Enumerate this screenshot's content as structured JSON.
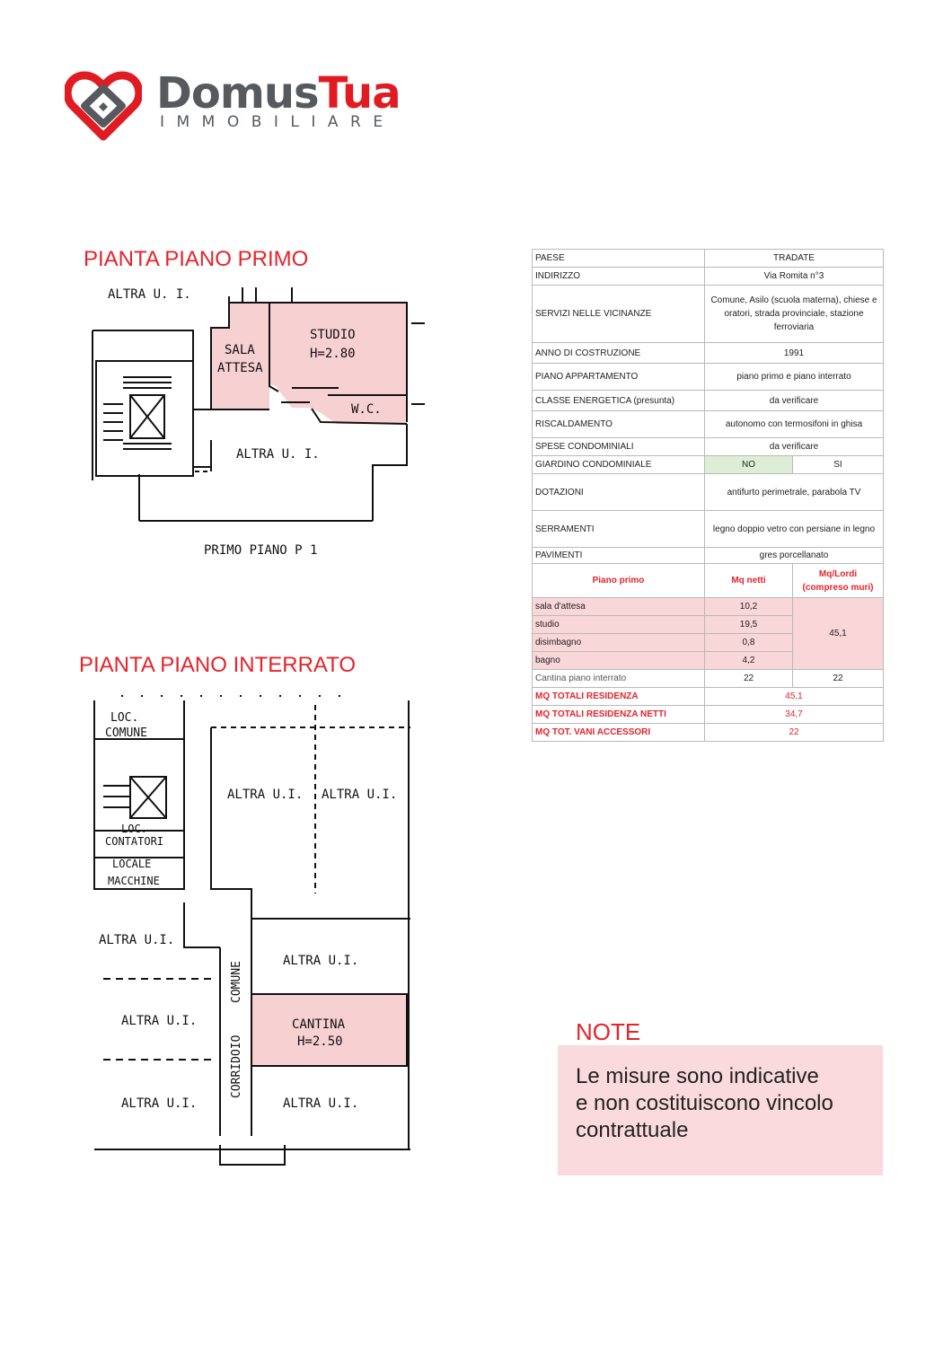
{
  "brand": {
    "name_part1": "Domus",
    "name_part2": "Tua",
    "subtitle": "IMMOBILIARE",
    "colors": {
      "red": "#e11b22",
      "grey": "#565a5e"
    }
  },
  "plans": {
    "first_floor_title": "PIANTA PIANO PRIMO",
    "basement_title": "PIANTA PIANO INTERRATO",
    "first_floor_labels": {
      "altra_ui_top": "ALTRA U. I.",
      "sala": "SALA",
      "attesa": "ATTESA",
      "studio": "STUDIO",
      "studio_h": "H=2.80",
      "wc": "W.C.",
      "altra_ui_mid": "ALTRA U. I.",
      "caption": "PRIMO PIANO P 1"
    },
    "basement_labels": {
      "loc": "LOC.",
      "comune": "COMUNE",
      "loc_contatori_1": "LOC.",
      "loc_contatori_2": "CONTATORI",
      "locale": "LOCALE",
      "macchine": "MACCHINE",
      "altra_ui_a": "ALTRA U.I.",
      "altra_ui_b": "ALTRA U.I.",
      "altra_ui_left_top": "ALTRA U.I.",
      "altra_ui_right_mid": "ALTRA U.I.",
      "altra_ui_left_mid": "ALTRA U.I.",
      "cantina": "CANTINA",
      "cantina_h": "H=2.50",
      "altra_ui_left_bot": "ALTRA U.I.",
      "altra_ui_right_bot": "ALTRA U.I.",
      "corridoio": "CORRIDOIO",
      "comune_v": "COMUNE"
    }
  },
  "info": [
    {
      "label": "PAESE",
      "value": "TRADATE"
    },
    {
      "label": "INDIRIZZO",
      "value": "Via Romita n°3"
    },
    {
      "label": "SERVIZI NELLE VICINANZE",
      "value": "Comune, Asilo (scuola materna), chiese e oratori, strada provinciale, stazione ferroviaria"
    },
    {
      "label": "ANNO DI COSTRUZIONE",
      "value": "1991"
    },
    {
      "label": "PIANO APPARTAMENTO",
      "value": "piano primo e piano interrato"
    },
    {
      "label": "CLASSE ENERGETICA (presunta)",
      "value": "da verificare"
    },
    {
      "label": "RISCALDAMENTO",
      "value": "autonomo con termosifoni in ghisa"
    },
    {
      "label": "SPESE CONDOMINIALI",
      "value": "da verificare"
    }
  ],
  "giardino": {
    "label": "GIARDINO CONDOMINIALE",
    "no": "NO",
    "si": "SI"
  },
  "info2": [
    {
      "label": "DOTAZIONI",
      "value": "antifurto perimetrale, parabola TV"
    },
    {
      "label": "SERRAMENTI",
      "value": "legno doppio vetro con persiane in legno"
    },
    {
      "label": "PAVIMENTI",
      "value": "gres porcellanato"
    }
  ],
  "areas": {
    "header": {
      "piano": "Piano primo",
      "netti": "Mq netti",
      "lordi": "Mq/Lordi (compreso muri)"
    },
    "rooms": [
      {
        "name": "sala d'attesa",
        "netti": "10,2"
      },
      {
        "name": "studio",
        "netti": "19,5"
      },
      {
        "name": "disimbagno",
        "netti": "0,8"
      },
      {
        "name": "bagno",
        "netti": "4,2"
      }
    ],
    "lordi_total": "45,1",
    "cantina": {
      "name": "Cantina piano interrato",
      "netti": "22",
      "lordi": "22"
    },
    "totals": [
      {
        "label": "MQ TOTALI RESIDENZA",
        "value": "45,1"
      },
      {
        "label": "MQ TOTALI RESIDENZA NETTI",
        "value": "34,7"
      },
      {
        "label": "MQ TOT. VANI ACCESSORI",
        "value": "22"
      }
    ]
  },
  "note": {
    "title": "NOTE",
    "line1": "Le misure sono indicative",
    "line2": "e non costituiscono vincolo",
    "line3": "contrattuale"
  }
}
